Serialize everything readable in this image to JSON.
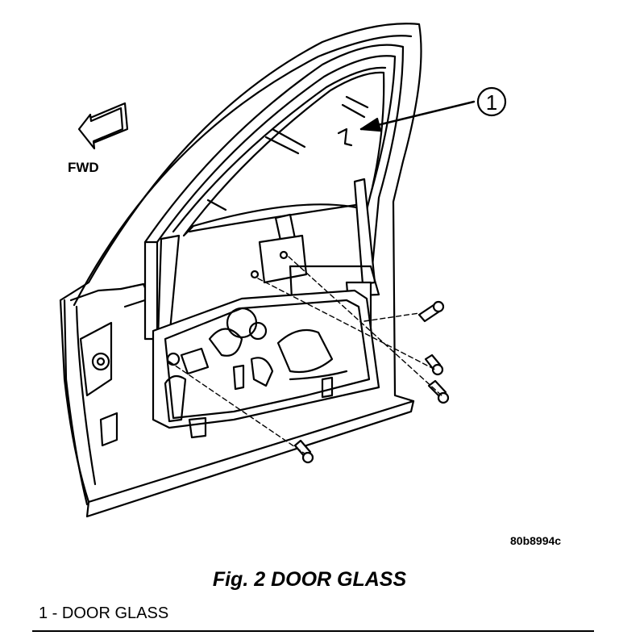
{
  "figure": {
    "direction_label": "FWD",
    "callout_number": "1",
    "image_code": "80b8994c",
    "title": "Fig. 2 DOOR GLASS"
  },
  "legend": {
    "items": [
      {
        "text": "1 - DOOR GLASS"
      }
    ]
  }
}
